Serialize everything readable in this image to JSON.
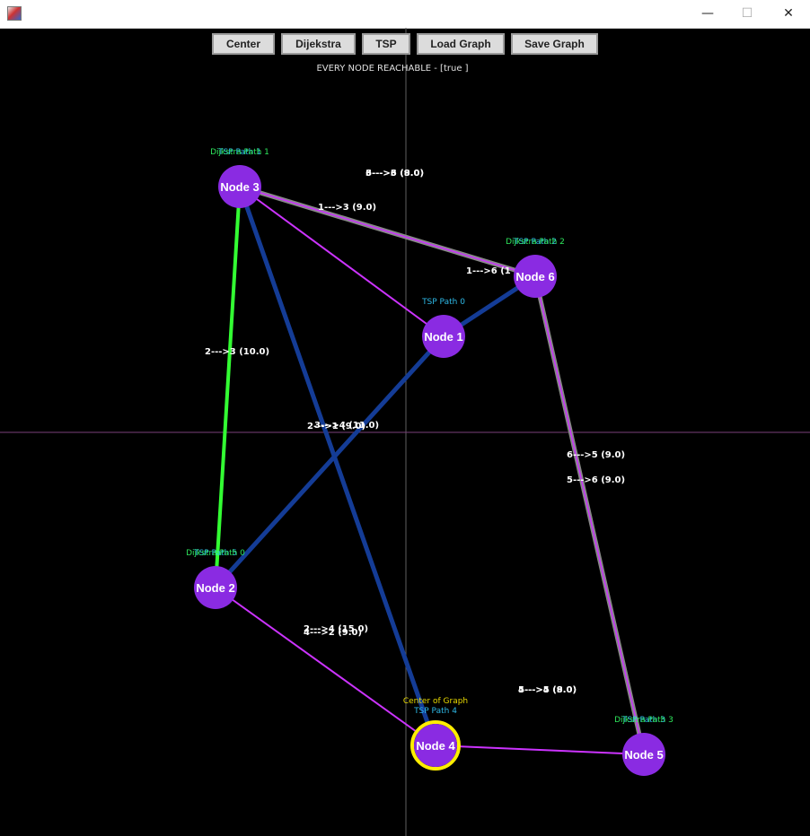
{
  "window": {
    "minimize_glyph": "—",
    "maximize_glyph": "☐",
    "close_glyph": "✕"
  },
  "toolbar": {
    "center_label": "Center",
    "dijkstra_label": "Dijekstra",
    "tsp_label": "TSP",
    "load_label": "Load Graph",
    "save_label": "Save Graph"
  },
  "status": {
    "reachable_text": "EVERY NODE REACHABLE - [true ]"
  },
  "colors": {
    "node_fill": "#8a2be2",
    "node_label": "#ffffff",
    "edge_blue": "#143c96",
    "edge_purple": "#cc33ff",
    "edge_green": "#33ff33",
    "edge_gray": "#888888",
    "tsp_label": "#33ccff",
    "dijkstra_label": "#33ff66",
    "center_ring": "#ffee00",
    "center_label": "#ffee00",
    "axis": "#5a5a5a"
  },
  "graph": {
    "nodes": [
      {
        "id": 3,
        "label": "Node 3",
        "annotations": [
          "TSP Path 1",
          "Dijkstra Path 1"
        ]
      },
      {
        "id": 6,
        "label": "Node 6",
        "annotations": [
          "TSP Path 2",
          "Dijkstra Path 2"
        ]
      },
      {
        "id": 1,
        "label": "Node 1",
        "annotations": [
          "TSP Path 0"
        ]
      },
      {
        "id": 2,
        "label": "Node 2",
        "annotations": [
          "TSP Path 5",
          "Dijkstra Path 0"
        ]
      },
      {
        "id": 4,
        "label": "Node 4",
        "annotations": [
          "Center of Graph",
          "TSP Path 4"
        ]
      },
      {
        "id": 5,
        "label": "Node 5",
        "annotations": [
          "TSP Path 3",
          "Dijkstra Path 3"
        ]
      }
    ],
    "edge_labels": [
      {
        "text": "3--->6 (9.0)"
      },
      {
        "text": "6--->3 (8.0)"
      },
      {
        "text": "1--->3 (9.0)"
      },
      {
        "text": "1--->6 (1"
      },
      {
        "text": "2--->3 (10.0)"
      },
      {
        "text": "2--->1 (9.0)"
      },
      {
        "text": "3--->4 (11.0)"
      },
      {
        "text": "6--->5 (9.0)"
      },
      {
        "text": "5--->6 (9.0)"
      },
      {
        "text": "2--->4 (15.0)"
      },
      {
        "text": "4--->2 (9.0)"
      },
      {
        "text": "5--->4 (8.0)"
      },
      {
        "text": "4--->5 (9.0)"
      }
    ]
  }
}
